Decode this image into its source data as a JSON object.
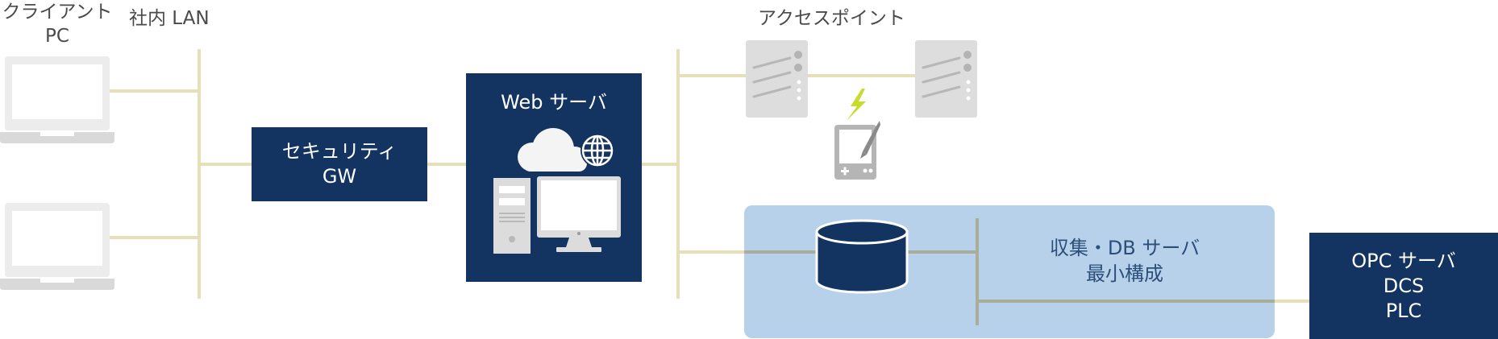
{
  "labels": {
    "client_pc": [
      "クライアント",
      "PC"
    ],
    "lan": "社内 LAN",
    "access_point": "アクセスポイント"
  },
  "nodes": {
    "security_gw": [
      "セキュリティ",
      "GW"
    ],
    "web_server": "Web サーバ",
    "collection_db": [
      "収集・DB サーバ",
      "最小構成"
    ],
    "opc_server": [
      "OPC サーバ",
      "DCS",
      "PLC"
    ]
  },
  "colors": {
    "navy": "#133360",
    "line": "#e6dfb8",
    "region": "#b8d1ea",
    "device": "#dddddd",
    "bolt": "#c7dc2c"
  }
}
